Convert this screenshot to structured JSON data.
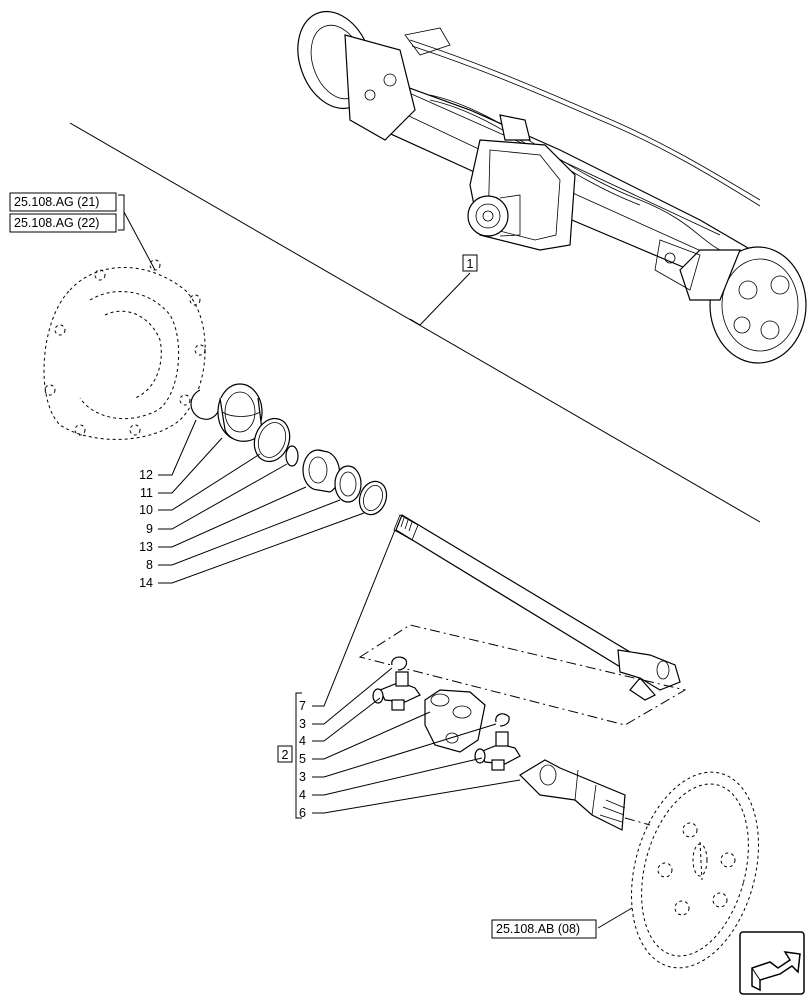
{
  "references": {
    "ref_a": "25.108.AG (21)",
    "ref_b": "25.108.AG (22)",
    "ref_c": "25.108.AB (08)"
  },
  "callouts": {
    "assembly_1": "1",
    "assembly_2": "2",
    "c12": "12",
    "c11": "11",
    "c10": "10",
    "c9": "9",
    "c13": "13",
    "c8": "8",
    "c14": "14",
    "g7": "7",
    "g3a": "3",
    "g4a": "4",
    "g5": "5",
    "g3b": "3",
    "g4b": "4",
    "g6": "6"
  },
  "nav_icon": "next-page-arrow-icon"
}
